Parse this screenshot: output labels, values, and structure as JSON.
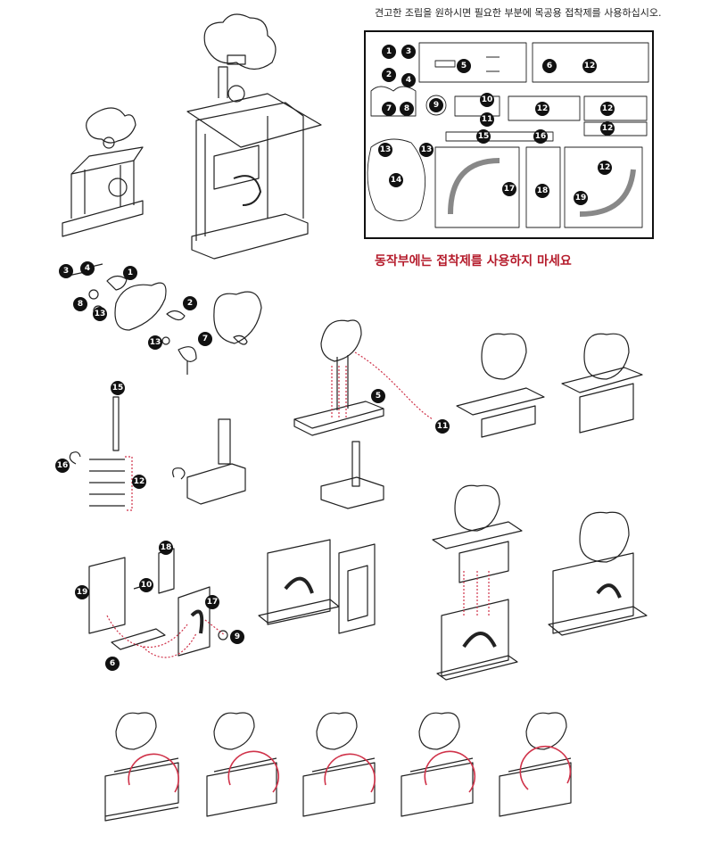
{
  "header_note": "견고한 조립을 원하시면 필요한 부분에 목공용 접착제를 사용하십시오.",
  "warning": "동작부에는 접착제를 사용하지 마세요",
  "sheet_labels": [
    "1",
    "2",
    "3",
    "4",
    "5",
    "6",
    "7",
    "8",
    "9",
    "10",
    "11",
    "12",
    "12",
    "12",
    "12",
    "12",
    "13",
    "13",
    "14",
    "15",
    "16",
    "17",
    "18",
    "19"
  ],
  "step_labels": {
    "a": [
      "3",
      "4",
      "1",
      "8",
      "13",
      "2",
      "13",
      "7"
    ],
    "b": [
      "11",
      "5"
    ],
    "c": [
      "15",
      "16",
      "12"
    ],
    "d": [
      "18",
      "10",
      "19",
      "17",
      "9",
      "6"
    ]
  },
  "colors": {
    "accent": "#b51c2c",
    "line": "#222222",
    "dotted": "#d0334a"
  }
}
